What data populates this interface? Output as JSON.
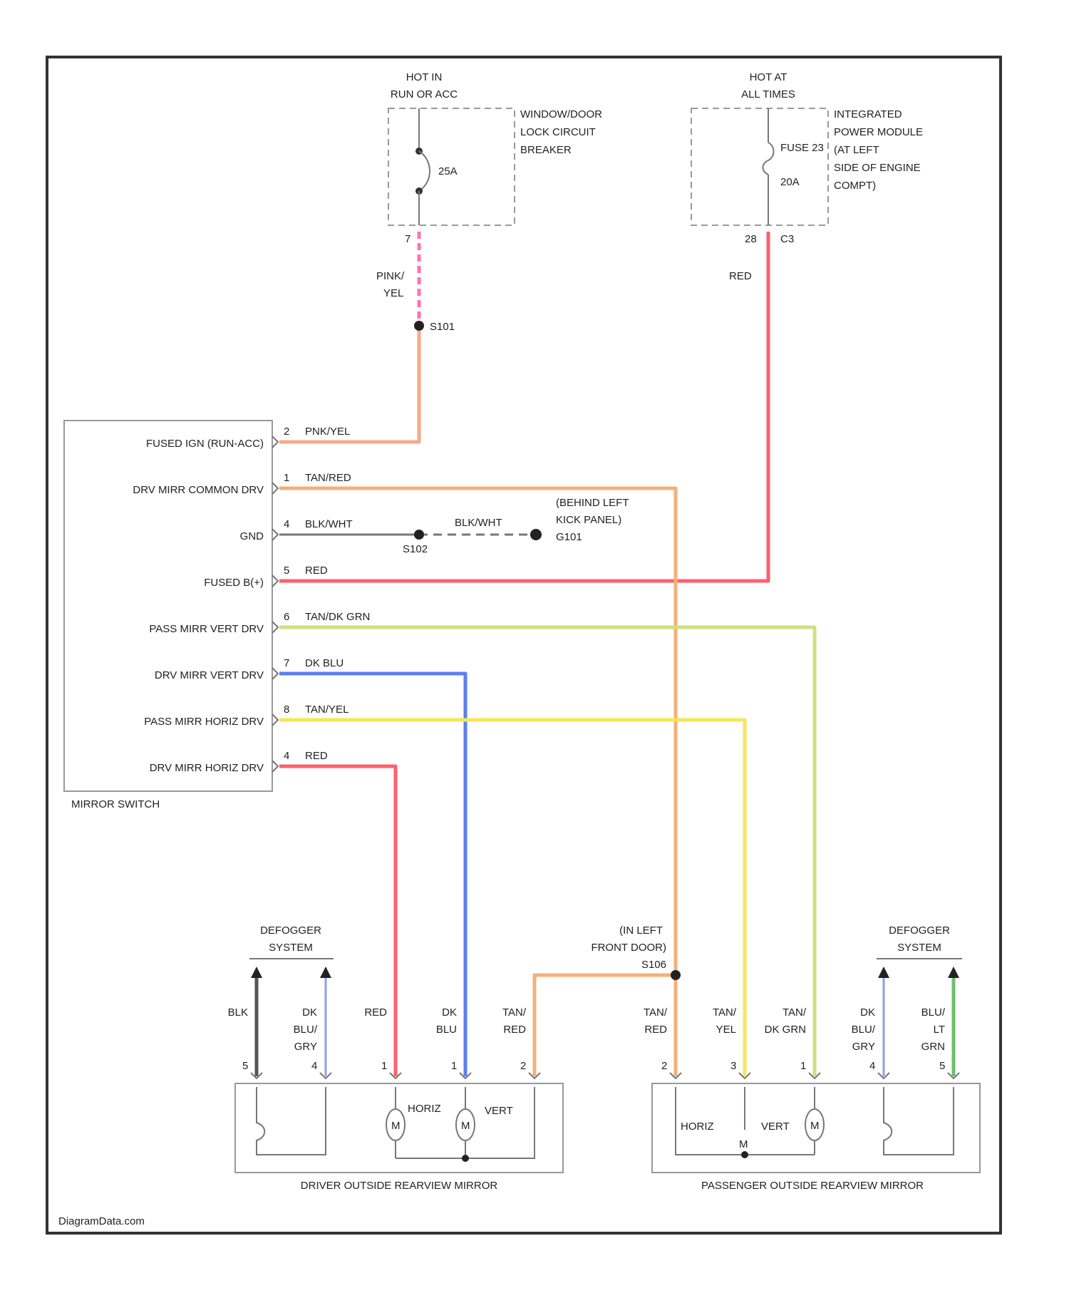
{
  "source_credit": "DiagramData.com",
  "colors": {
    "pink_yel": "#f5a98a",
    "tan_red": "#f3b07a",
    "red": "#ff5f6e",
    "tan_dk_grn": "#cfe07c",
    "dk_blu": "#5c7ef0",
    "tan_yel": "#f8e65a",
    "blk": "#555555",
    "dk_blu_gry": "#8aa0f0",
    "blu_lt_grn": "#6fbf6a",
    "pink_dash": "#ff73b5"
  },
  "breaker": {
    "hot_label": [
      "HOT IN",
      "RUN OR ACC"
    ],
    "name": [
      "WINDOW/DOOR",
      "LOCK CIRCUIT",
      "BREAKER"
    ],
    "rating": "25A",
    "pin": "7"
  },
  "ipm": {
    "hot_label": [
      "HOT AT",
      "ALL TIMES"
    ],
    "name": [
      "INTEGRATED",
      "POWER MODULE",
      "(AT LEFT",
      "SIDE OF ENGINE",
      "COMPT)"
    ],
    "fuse_label": "FUSE 23",
    "rating": "20A",
    "pin": "28",
    "connector": "C3"
  },
  "wire_labels": {
    "breaker_out": [
      "PINK/",
      "YEL"
    ],
    "ipm_out": "RED",
    "splice_top": "S101",
    "ground_splice": "S102",
    "ground_wire": "BLK/WHT",
    "ground_point": [
      "(BEHIND LEFT",
      "KICK PANEL)",
      "G101"
    ],
    "door_splice": [
      "(IN LEFT",
      "FRONT DOOR)",
      "S106"
    ]
  },
  "switch": {
    "name": "MIRROR SWITCH",
    "pins": [
      {
        "num": "2",
        "wire": "PNK/YEL",
        "label": "FUSED IGN (RUN-ACC)"
      },
      {
        "num": "1",
        "wire": "TAN/RED",
        "label": "DRV MIRR COMMON DRV"
      },
      {
        "num": "4",
        "wire": "BLK/WHT",
        "label": "GND"
      },
      {
        "num": "5",
        "wire": "RED",
        "label": "FUSED B(+)"
      },
      {
        "num": "6",
        "wire": "TAN/DK GRN",
        "label": "PASS MIRR VERT DRV"
      },
      {
        "num": "7",
        "wire": "DK BLU",
        "label": "DRV MIRR VERT DRV"
      },
      {
        "num": "8",
        "wire": "TAN/YEL",
        "label": "PASS MIRR HORIZ DRV"
      },
      {
        "num": "4",
        "wire": "RED",
        "label": "DRV MIRR HORIZ DRV"
      }
    ]
  },
  "defogger_label": [
    "DEFOGGER",
    "SYSTEM"
  ],
  "driver_mirror": {
    "name": "DRIVER OUTSIDE REARVIEW MIRROR",
    "horiz": "HORIZ",
    "vert": "VERT",
    "motor": "M",
    "wires": [
      {
        "pin": "5",
        "color": [
          "BLK"
        ]
      },
      {
        "pin": "4",
        "color": [
          "DK",
          "BLU/",
          "GRY"
        ]
      },
      {
        "pin": "1",
        "color": [
          "RED"
        ]
      },
      {
        "pin": "1",
        "color": [
          "DK",
          "BLU"
        ]
      },
      {
        "pin": "2",
        "color": [
          "TAN/",
          "RED"
        ]
      }
    ]
  },
  "passenger_mirror": {
    "name": "PASSENGER OUTSIDE REARVIEW MIRROR",
    "horiz": "HORIZ",
    "vert": "VERT",
    "motor": "M",
    "wires": [
      {
        "pin": "2",
        "color": [
          "TAN/",
          "RED"
        ]
      },
      {
        "pin": "3",
        "color": [
          "TAN/",
          "YEL"
        ]
      },
      {
        "pin": "1",
        "color": [
          "TAN/",
          "DK GRN"
        ]
      },
      {
        "pin": "4",
        "color": [
          "DK",
          "BLU/",
          "GRY"
        ]
      },
      {
        "pin": "5",
        "color": [
          "BLU/",
          "LT",
          "GRN"
        ]
      }
    ]
  }
}
